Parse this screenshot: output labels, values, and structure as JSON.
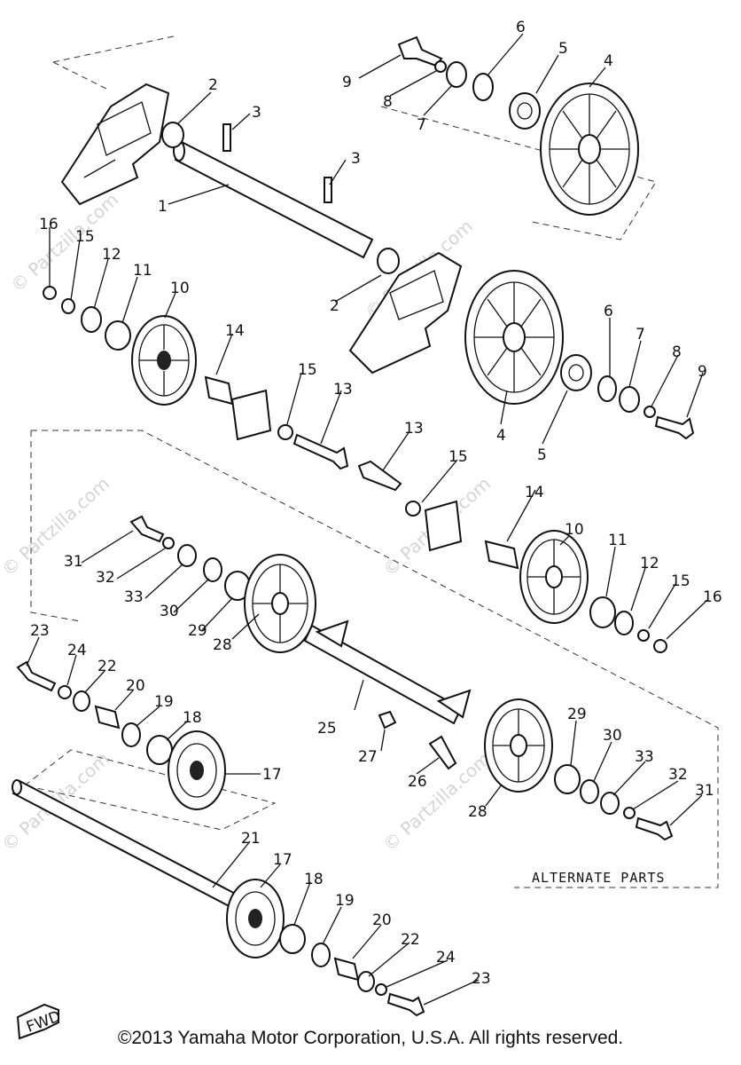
{
  "watermark": "© Partzilla.com",
  "alternate_label": "ALTERNATE PARTS",
  "fwd_label": "FWD",
  "copyright": "©2013 Yamaha Motor Corporation, U.S.A. All rights reserved.",
  "callouts": [
    {
      "id": "c1",
      "text": "1"
    },
    {
      "id": "c2a",
      "text": "2"
    },
    {
      "id": "c2b",
      "text": "2"
    },
    {
      "id": "c3a",
      "text": "3"
    },
    {
      "id": "c3b",
      "text": "3"
    },
    {
      "id": "c4a",
      "text": "4"
    },
    {
      "id": "c4b",
      "text": "4"
    },
    {
      "id": "c5a",
      "text": "5"
    },
    {
      "id": "c5b",
      "text": "5"
    },
    {
      "id": "c6a",
      "text": "6"
    },
    {
      "id": "c6b",
      "text": "6"
    },
    {
      "id": "c7a",
      "text": "7"
    },
    {
      "id": "c7b",
      "text": "7"
    },
    {
      "id": "c8a",
      "text": "8"
    },
    {
      "id": "c8b",
      "text": "8"
    },
    {
      "id": "c9a",
      "text": "9"
    },
    {
      "id": "c9b",
      "text": "9"
    },
    {
      "id": "c10a",
      "text": "10"
    },
    {
      "id": "c10b",
      "text": "10"
    },
    {
      "id": "c11a",
      "text": "11"
    },
    {
      "id": "c11b",
      "text": "11"
    },
    {
      "id": "c12a",
      "text": "12"
    },
    {
      "id": "c12b",
      "text": "12"
    },
    {
      "id": "c13a",
      "text": "13"
    },
    {
      "id": "c13b",
      "text": "13"
    },
    {
      "id": "c14a",
      "text": "14"
    },
    {
      "id": "c14b",
      "text": "14"
    },
    {
      "id": "c15a",
      "text": "15"
    },
    {
      "id": "c15b",
      "text": "15"
    },
    {
      "id": "c15c",
      "text": "15"
    },
    {
      "id": "c15d",
      "text": "15"
    },
    {
      "id": "c16a",
      "text": "16"
    },
    {
      "id": "c16b",
      "text": "16"
    },
    {
      "id": "c17a",
      "text": "17"
    },
    {
      "id": "c17b",
      "text": "17"
    },
    {
      "id": "c18a",
      "text": "18"
    },
    {
      "id": "c18b",
      "text": "18"
    },
    {
      "id": "c19a",
      "text": "19"
    },
    {
      "id": "c19b",
      "text": "19"
    },
    {
      "id": "c20a",
      "text": "20"
    },
    {
      "id": "c20b",
      "text": "20"
    },
    {
      "id": "c21",
      "text": "21"
    },
    {
      "id": "c22a",
      "text": "22"
    },
    {
      "id": "c22b",
      "text": "22"
    },
    {
      "id": "c23a",
      "text": "23"
    },
    {
      "id": "c23b",
      "text": "23"
    },
    {
      "id": "c24a",
      "text": "24"
    },
    {
      "id": "c24b",
      "text": "24"
    },
    {
      "id": "c25",
      "text": "25"
    },
    {
      "id": "c26",
      "text": "26"
    },
    {
      "id": "c27",
      "text": "27"
    },
    {
      "id": "c28a",
      "text": "28"
    },
    {
      "id": "c28b",
      "text": "28"
    },
    {
      "id": "c29a",
      "text": "29"
    },
    {
      "id": "c29b",
      "text": "29"
    },
    {
      "id": "c30a",
      "text": "30"
    },
    {
      "id": "c30b",
      "text": "30"
    },
    {
      "id": "c31a",
      "text": "31"
    },
    {
      "id": "c31b",
      "text": "31"
    },
    {
      "id": "c32a",
      "text": "32"
    },
    {
      "id": "c32b",
      "text": "32"
    },
    {
      "id": "c33a",
      "text": "33"
    },
    {
      "id": "c33b",
      "text": "33"
    }
  ]
}
